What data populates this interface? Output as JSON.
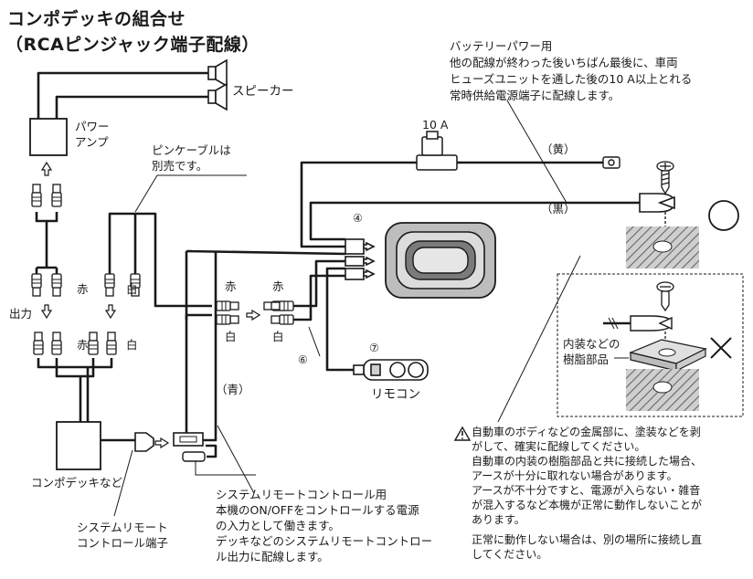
{
  "title": {
    "line1": "コンポデッキの組合せ",
    "line2": "（RCAピンジャック端子配線）"
  },
  "labels": {
    "speaker": "スピーカー",
    "power_amp_line1": "パワー",
    "power_amp_line2": "アンプ",
    "pin_cable_line1": "ピンケーブルは",
    "pin_cable_line2": "別売です。",
    "red": "赤",
    "white": "白",
    "output": "出力",
    "compo_deck": "コンポデッキなど",
    "sys_remote_terminal_line1": "システムリモート",
    "sys_remote_terminal_line2": "コントロール端子",
    "blue": "（青）",
    "yellow": "（黄）",
    "black": "（黒）",
    "fuse": "10 A",
    "remocon": "リモコン",
    "num4": "④",
    "num6": "⑥",
    "num7": "⑦",
    "trim_line1": "内装などの",
    "trim_line2": "樹脂部品"
  },
  "notes": {
    "battery": [
      "バッテリーパワー用",
      "他の配線が終わった後いちばん最後に、車両",
      "ヒューズユニットを通した後の10 A以上とれる",
      "常時供給電源端子に配線します。"
    ],
    "system_remote": [
      "システムリモートコントロール用",
      "本機のON/OFFをコントロールする電源",
      "の入力として働きます。",
      "デッキなどのシステムリモートコントロー",
      "ル出力に配線します。"
    ],
    "ground_warning": [
      "自動車のボディなどの金属部に、塗装などを剥",
      "がして、確実に配線してください。",
      "自動車の内装の樹脂部品と共に接続した場合、",
      "アースが十分に取れない場合があります。",
      "アースが不十分ですと、電源が入らない・雑音",
      "が混入するなど本機が正常に動作しないことが",
      "あります。",
      "正常に動作しない場合は、別の場所に接続し直",
      "してください。"
    ],
    "warning_icon": "warning-triangle-icon"
  },
  "colors": {
    "ink": "#1a1a1a",
    "body_gray": "#b0b0b0",
    "fill_gray": "#d8d8d8"
  }
}
